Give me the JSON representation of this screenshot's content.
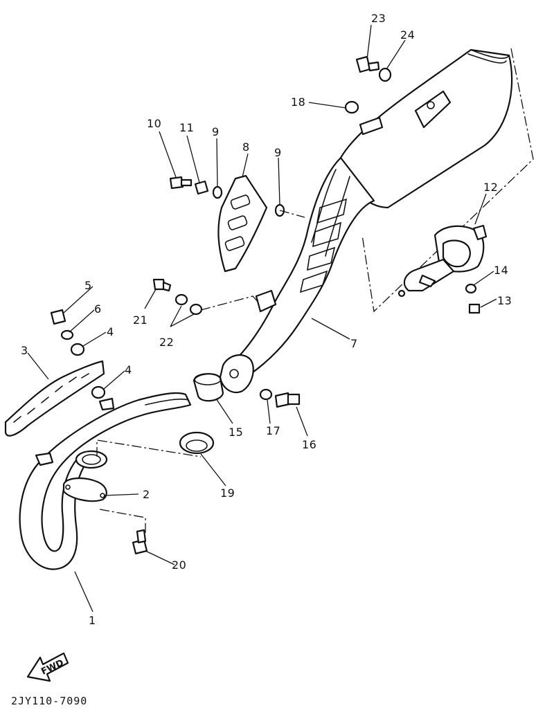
{
  "diagram": {
    "callouts": {
      "c1": "1",
      "c2": "2",
      "c3": "3",
      "c4a": "4",
      "c4b": "4",
      "c5": "5",
      "c6": "6",
      "c7": "7",
      "c8": "8",
      "c9a": "9",
      "c9b": "9",
      "c10": "10",
      "c11": "11",
      "c12": "12",
      "c13": "13",
      "c14": "14",
      "c15": "15",
      "c16": "16",
      "c17": "17",
      "c18": "18",
      "c19": "19",
      "c20": "20",
      "c21": "21",
      "c22": "22",
      "c23": "23",
      "c24": "24"
    },
    "fwd_label": "FWD",
    "drawing_code": "2JY110-7090"
  }
}
